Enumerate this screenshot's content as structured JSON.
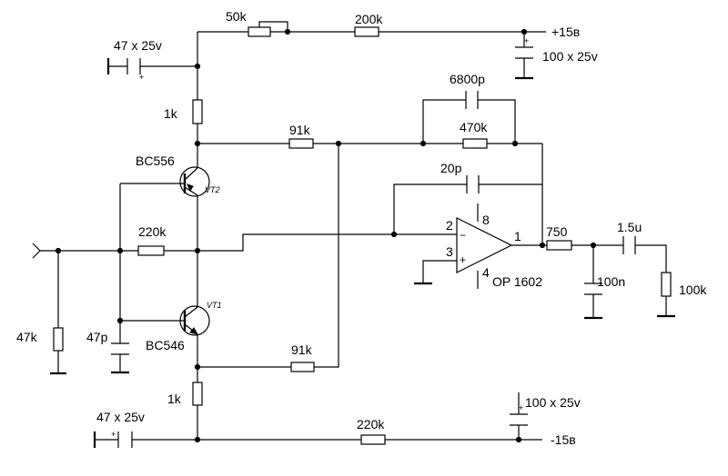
{
  "labels": {
    "r_50k": "50k",
    "r_200k": "200k",
    "supply_pos": "+15в",
    "c_top_left": "47 x 25v",
    "c_top_right": "100 x 25v",
    "c_6800p": "6800p",
    "r_1k_top": "1k",
    "r_91k_top": "91k",
    "r_470k": "470k",
    "t_bc556": "BC556",
    "vt2": "VT2",
    "c_20p": "20p",
    "r_220k_mid": "220k",
    "pin_2": "2",
    "pin_8": "8",
    "pin_1": "1",
    "pin_3": "3",
    "pin_4": "4",
    "r_750": "750",
    "c_1_5u": "1.5u",
    "opamp": "OP 1602",
    "c_100n": "100n",
    "r_100k": "100k",
    "vt1": "VT1",
    "r_47k": "47k",
    "c_47p": "47p",
    "t_bc546": "BC546",
    "r_91k_bot": "91k",
    "r_1k_bot": "1k",
    "c_bot_right": "100 x 25v",
    "c_bot_left": "47 x 25v",
    "r_220k_bot": "220k",
    "supply_neg": "-15в"
  }
}
